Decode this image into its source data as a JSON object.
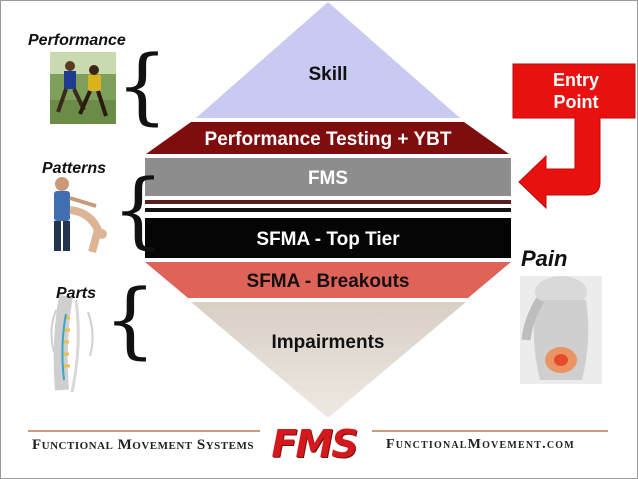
{
  "diagram": {
    "layers": [
      {
        "id": "skill",
        "label": "Skill",
        "color": "#c9c9f2",
        "text_color": "#111111"
      },
      {
        "id": "performance-testing",
        "label": "Performance Testing + YBT",
        "color": "#800d0d",
        "text_color": "#ffffff"
      },
      {
        "id": "fms",
        "label": "FMS",
        "color": "#8d8d8d",
        "text_color": "#ffffff"
      },
      {
        "id": "sfma-top-tier",
        "label": "SFMA - Top Tier",
        "color": "#050505",
        "text_color": "#ffffff"
      },
      {
        "id": "sfma-breakouts",
        "label": "SFMA - Breakouts",
        "color": "#e0635a",
        "text_color": "#111111"
      },
      {
        "id": "impairments",
        "label": "Impairments",
        "color": "#dcd2c8",
        "text_color": "#111111"
      }
    ],
    "entry_point": {
      "label_line1": "Entry",
      "label_line2": "Point",
      "color": "#e8110f"
    },
    "side_labels": {
      "performance": "Performance",
      "patterns": "Patterns",
      "parts": "Parts"
    },
    "pain_label": "Pain",
    "icons": {
      "performance": "athletes-photo-icon",
      "patterns": "clinician-patient-icon",
      "parts": "spine-icon",
      "pain": "back-pain-icon"
    }
  },
  "footer": {
    "left_text": "Functional Movement Systems",
    "logo_text": "FMS",
    "right_text": "FunctionalMovement.com",
    "logo_color": "#d4181b"
  }
}
